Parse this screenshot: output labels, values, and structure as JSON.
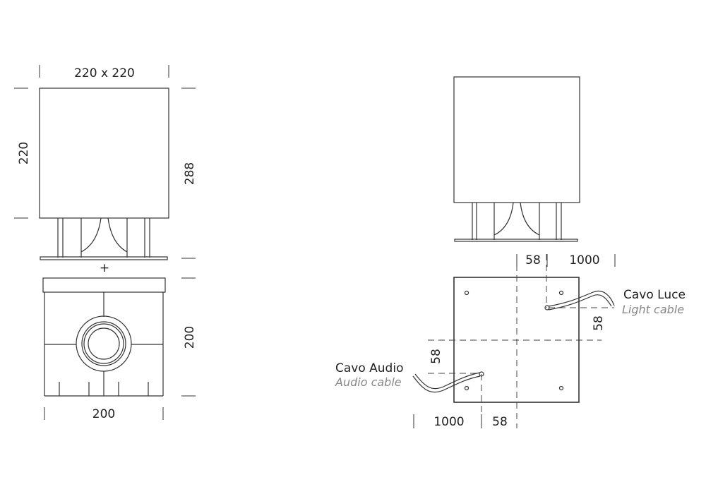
{
  "front_view": {
    "width_label": "220 x 220",
    "shade_height_label": "220",
    "total_height_label": "288",
    "join_symbol": "+"
  },
  "base_view": {
    "height_label": "200",
    "width_label": "200"
  },
  "plan_view": {
    "top_offset_label": "58",
    "top_length_label": "1000",
    "right_offset_label": "58",
    "left_offset_label": "58",
    "bottom_length_label": "1000",
    "bottom_offset_label": "58",
    "light_cable": {
      "label_it": "Cavo Luce",
      "label_en": "Light cable"
    },
    "audio_cable": {
      "label_it": "Cavo Audio",
      "label_en": "Audio cable"
    }
  }
}
